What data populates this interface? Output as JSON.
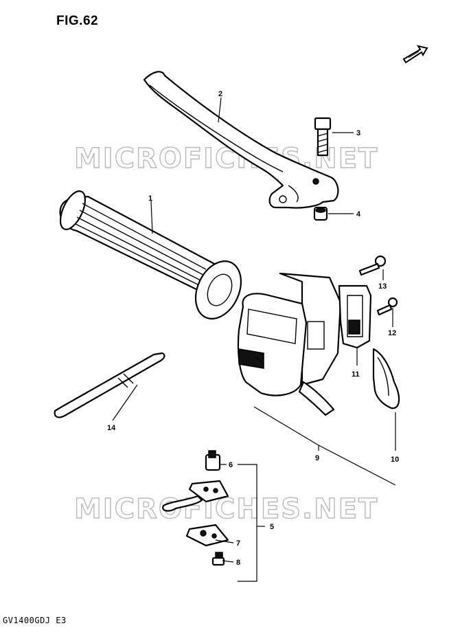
{
  "figure_label": "FIG.62",
  "model_code": "GV1400GDJ  E3",
  "watermark_text": "MICROFICHES.NET",
  "front_arrow_icon": "front-direction-arrow-icon",
  "callouts": [
    {
      "id": "1",
      "part": "handlebar-grip"
    },
    {
      "id": "2",
      "part": "clutch-lever"
    },
    {
      "id": "3",
      "part": "lever-pivot-bolt"
    },
    {
      "id": "4",
      "part": "lever-nut"
    },
    {
      "id": "5",
      "part": "clutch-switch-assy"
    },
    {
      "id": "6",
      "part": "switch-plunger"
    },
    {
      "id": "7",
      "part": "switch-plate"
    },
    {
      "id": "8",
      "part": "switch-screw"
    },
    {
      "id": "9",
      "part": "handlebar-switch-assy"
    },
    {
      "id": "10",
      "part": "switch-cover"
    },
    {
      "id": "11",
      "part": "switch-clamp"
    },
    {
      "id": "12",
      "part": "screw-short"
    },
    {
      "id": "13",
      "part": "screw-long"
    },
    {
      "id": "14",
      "part": "cable-band"
    }
  ]
}
